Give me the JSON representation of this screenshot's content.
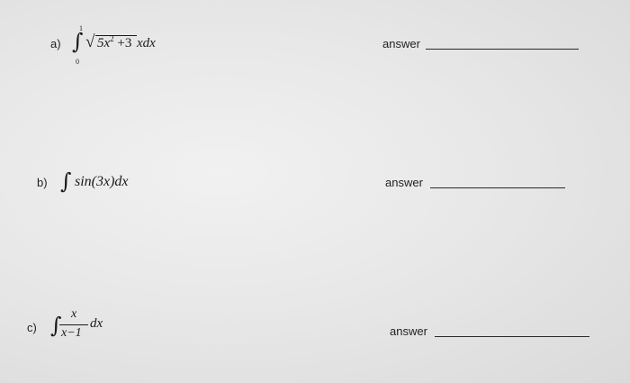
{
  "problems": [
    {
      "label": "a)",
      "integral_sign": "∫",
      "upper_limit": "1",
      "lower_limit": "0",
      "radical_sign": "√",
      "radicand_base": "5x",
      "radicand_exp": "2",
      "radicand_rest": " +3",
      "integrand_tail": " xdx",
      "answer_label": "answer"
    },
    {
      "label": "b)",
      "integral_sign": "∫",
      "expression": "sin(3x)dx",
      "answer_label": "answer"
    },
    {
      "label": "c)",
      "integral_sign": "∫",
      "numerator": "x",
      "denominator": "x−1",
      "differential": "dx",
      "answer_label": "answer"
    }
  ]
}
